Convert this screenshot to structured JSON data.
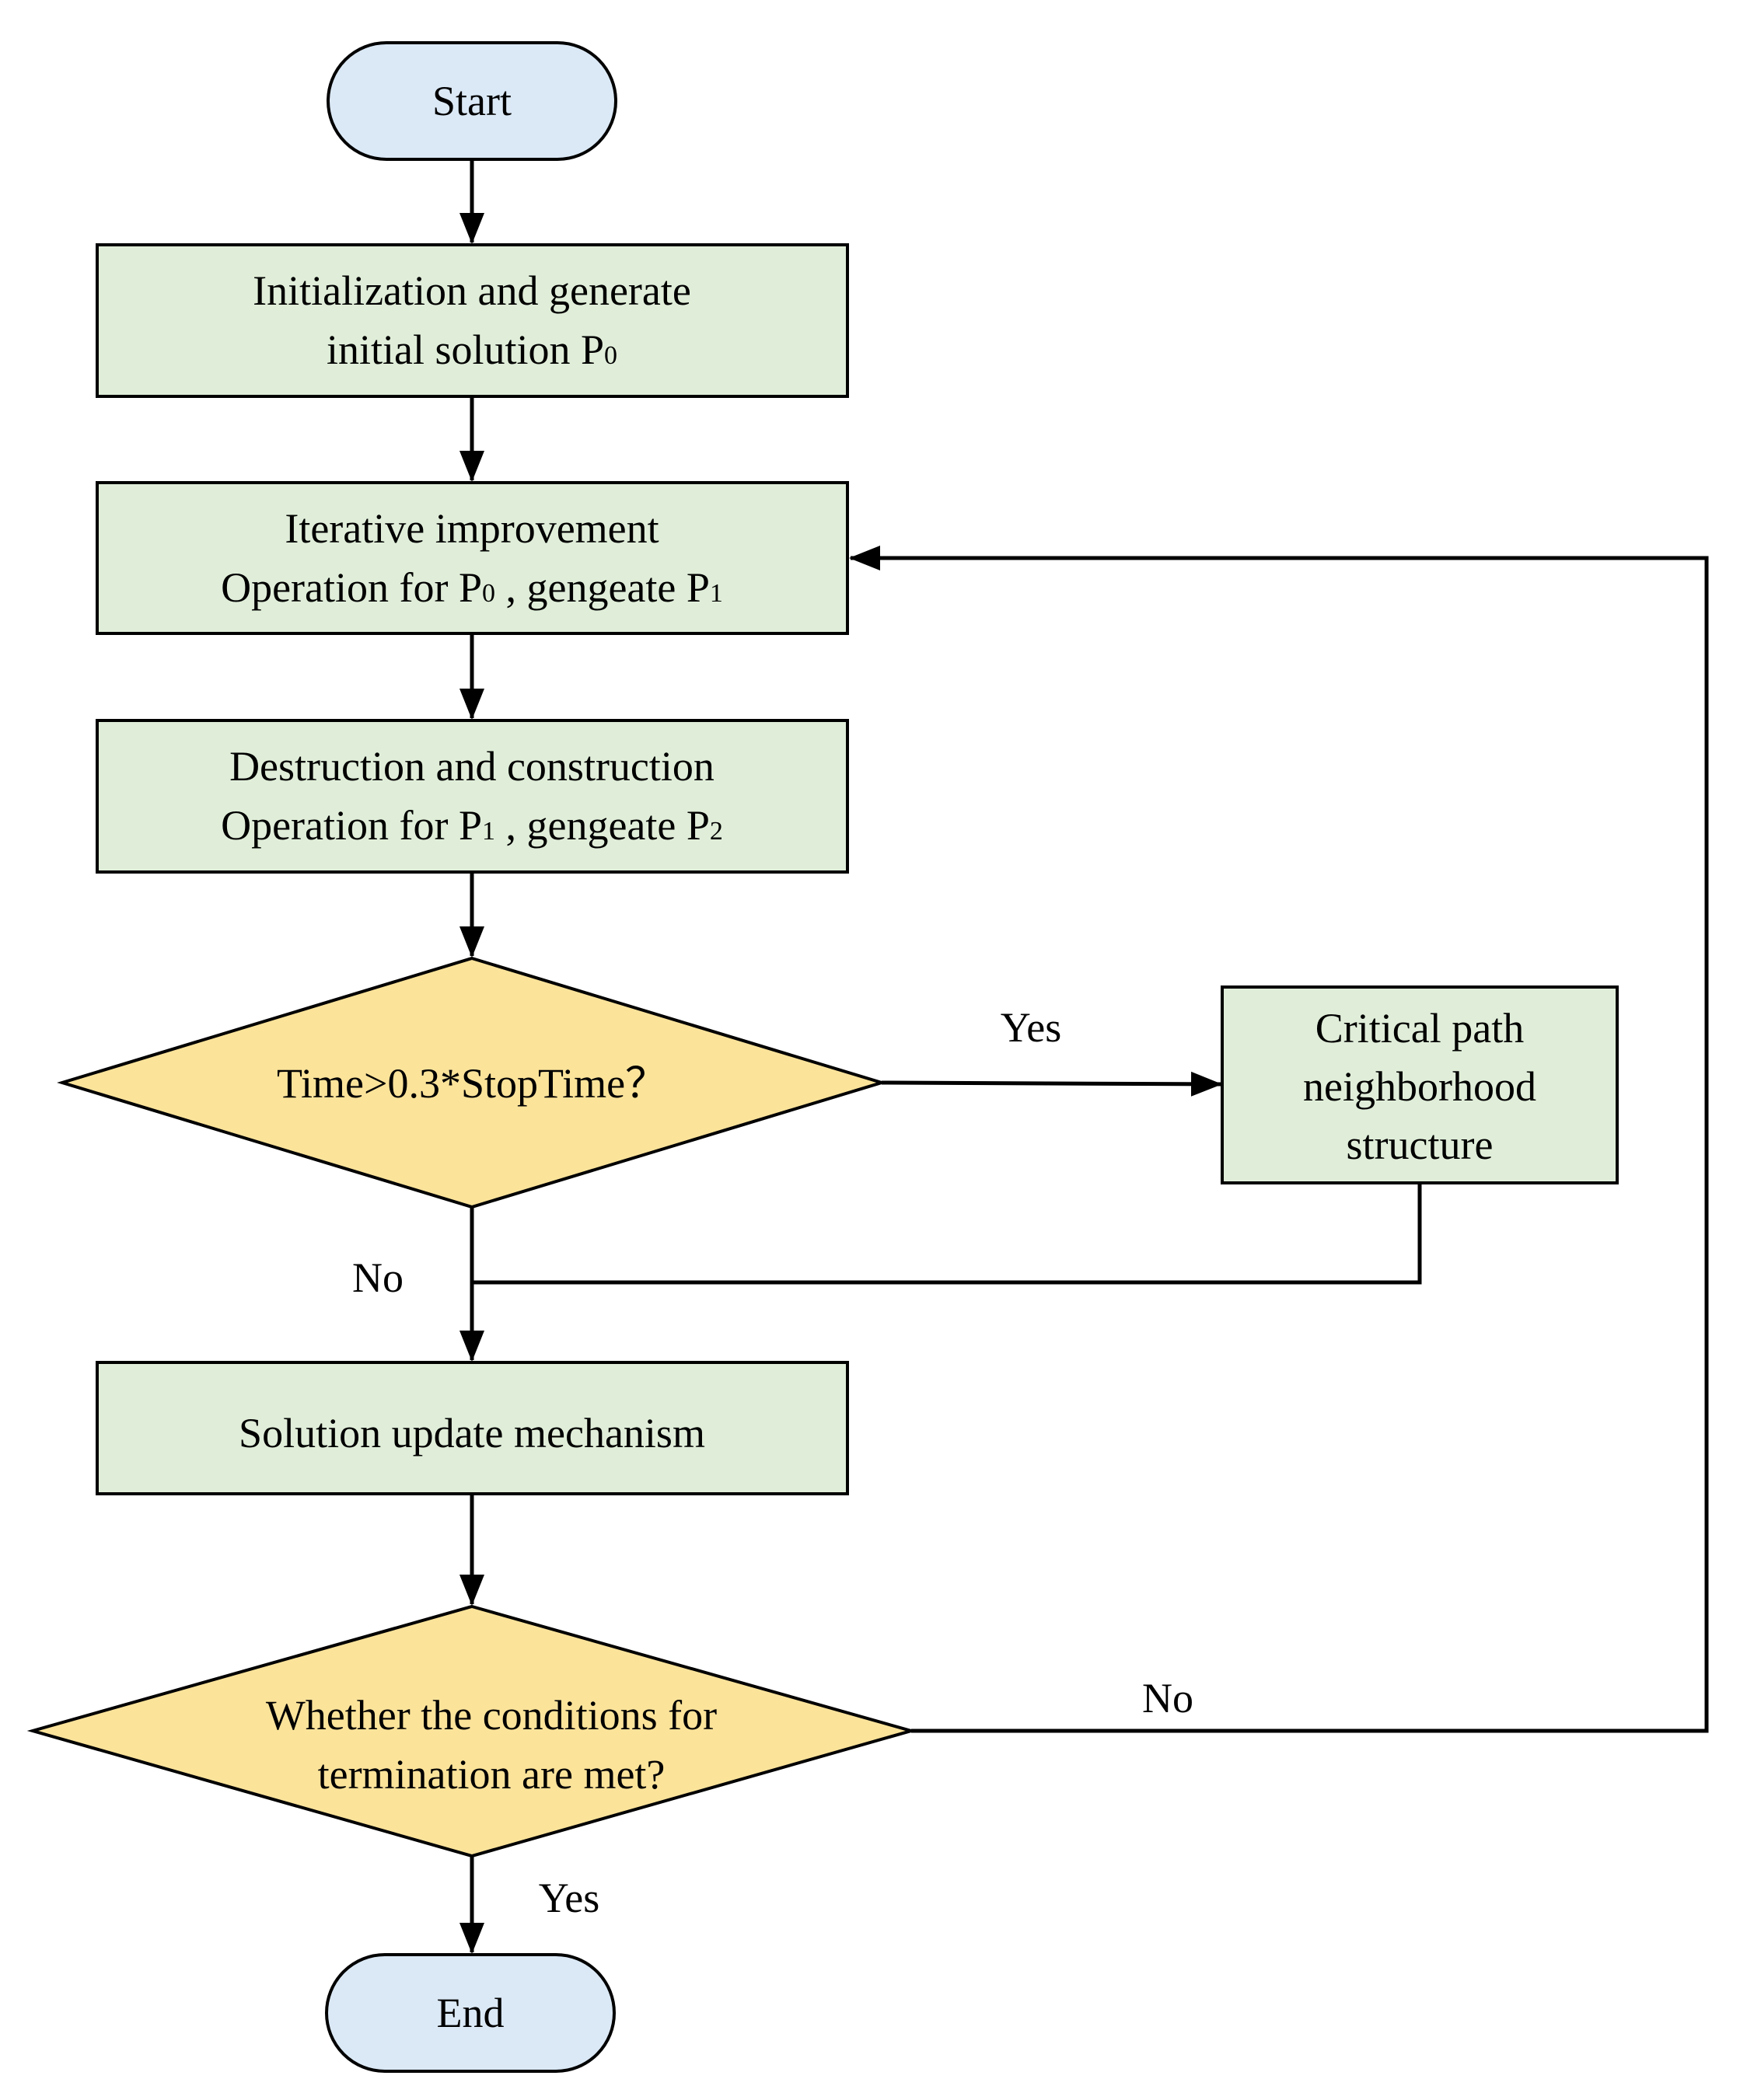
{
  "colors": {
    "terminal_fill": "#dbe9f6",
    "process_fill": "#e0eed9",
    "decision_fill": "#fbe39a",
    "stroke": "#000000"
  },
  "nodes": {
    "start": {
      "label": "Start"
    },
    "init": {
      "line1": "Initialization and generate",
      "line2_text": "initial solution P",
      "line2_sub": "0"
    },
    "iter": {
      "line1": "Iterative improvement",
      "line2_a": "Operation for P",
      "line2_sub_a": "0",
      "line2_b": " , gengeate P",
      "line2_sub_b": "1"
    },
    "destr": {
      "line1": "Destruction and construction",
      "line2_a": "Operation for P",
      "line2_sub_a": "1",
      "line2_b": " , gengeate P",
      "line2_sub_b": "2"
    },
    "decision_time": {
      "label": "Time>0.3*StopTime？"
    },
    "critical": {
      "line1": "Critical path",
      "line2": "neighborhood",
      "line3": "structure"
    },
    "update": {
      "label": "Solution update mechanism"
    },
    "decision_term": {
      "line1": "Whether the conditions for",
      "line2": "termination are met?"
    },
    "end": {
      "label": "End"
    }
  },
  "edge_labels": {
    "time_yes": "Yes",
    "time_no": "No",
    "term_no": "No",
    "term_yes": "Yes"
  }
}
